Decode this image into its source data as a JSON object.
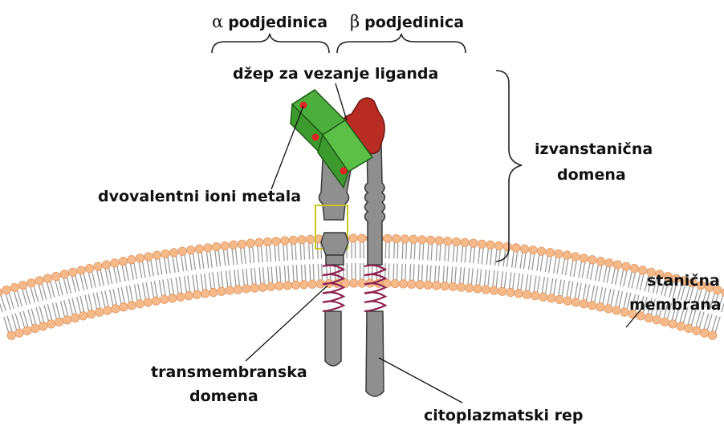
{
  "labels": {
    "alpha_symbol": "α",
    "alpha_subunit": "podjedinica",
    "beta_symbol": "β",
    "beta_subunit": "podjedinica",
    "ligand_pocket": "džep za vezanje liganda",
    "extracellular_line1": "izvanstanična",
    "extracellular_line2": "domena",
    "metal_ions": "dvovalentni ioni metala",
    "cell_membrane_line1": "stanična",
    "cell_membrane_line2": "membrana",
    "transmembrane_line1": "transmembranska",
    "transmembrane_line2": "domena",
    "cytoplasmic_tail": "citoplazmatski rep"
  },
  "colors": {
    "lipid_head": "#f5b98a",
    "lipid_head_stroke": "#e29a66",
    "lipid_tail": "#9a9a9a",
    "alpha_head": "#4cae3c",
    "alpha_head_dark": "#2e7d22",
    "metal_ion": "#e02424",
    "ligand": "#b82c23",
    "subunit_grey": "#8f8f8f",
    "subunit_stroke": "#3a3a3a",
    "helix": "#8e2251",
    "hinge_box": "#c8c820"
  }
}
